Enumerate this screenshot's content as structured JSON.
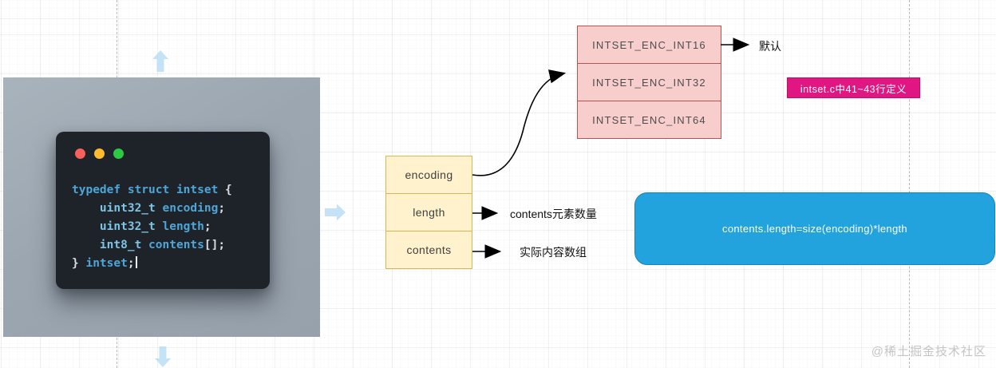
{
  "code_window": {
    "tokens": [
      "typedef struct intset",
      " {",
      "    ",
      "uint32_t",
      " encoding",
      ";",
      "    ",
      "uint32_t",
      " length",
      ";",
      "    ",
      "int8_t",
      " contents",
      "[];",
      "} ",
      "intset",
      ";"
    ]
  },
  "enc_options": {
    "items": [
      "INTSET_ENC_INT16",
      "INTSET_ENC_INT32",
      "INTSET_ENC_INT64"
    ]
  },
  "struct_fields": {
    "items": [
      "encoding",
      "length",
      "contents"
    ]
  },
  "labels": {
    "default_note": "默认",
    "definition_badge": "intset.c中41~43行定义",
    "length_note": "contents元素数量",
    "contents_note": "实际内容数组",
    "formula": "contents.length=size(encoding)*length",
    "watermark": "@稀土掘金技术社区"
  },
  "colors": {
    "enc_box_fill": "#f8cecc",
    "enc_box_border": "#b85450",
    "field_box_fill": "#fff2cc",
    "field_box_border": "#d6b656",
    "badge_fill": "#e01783",
    "formula_fill": "#22a3de",
    "code_keyword": "#4ea6d8",
    "code_type": "#7cc3e6",
    "code_punct": "#d7dde2",
    "terminal_bg": "#1d2329",
    "screenshot_bg": "#9ca6b0"
  }
}
